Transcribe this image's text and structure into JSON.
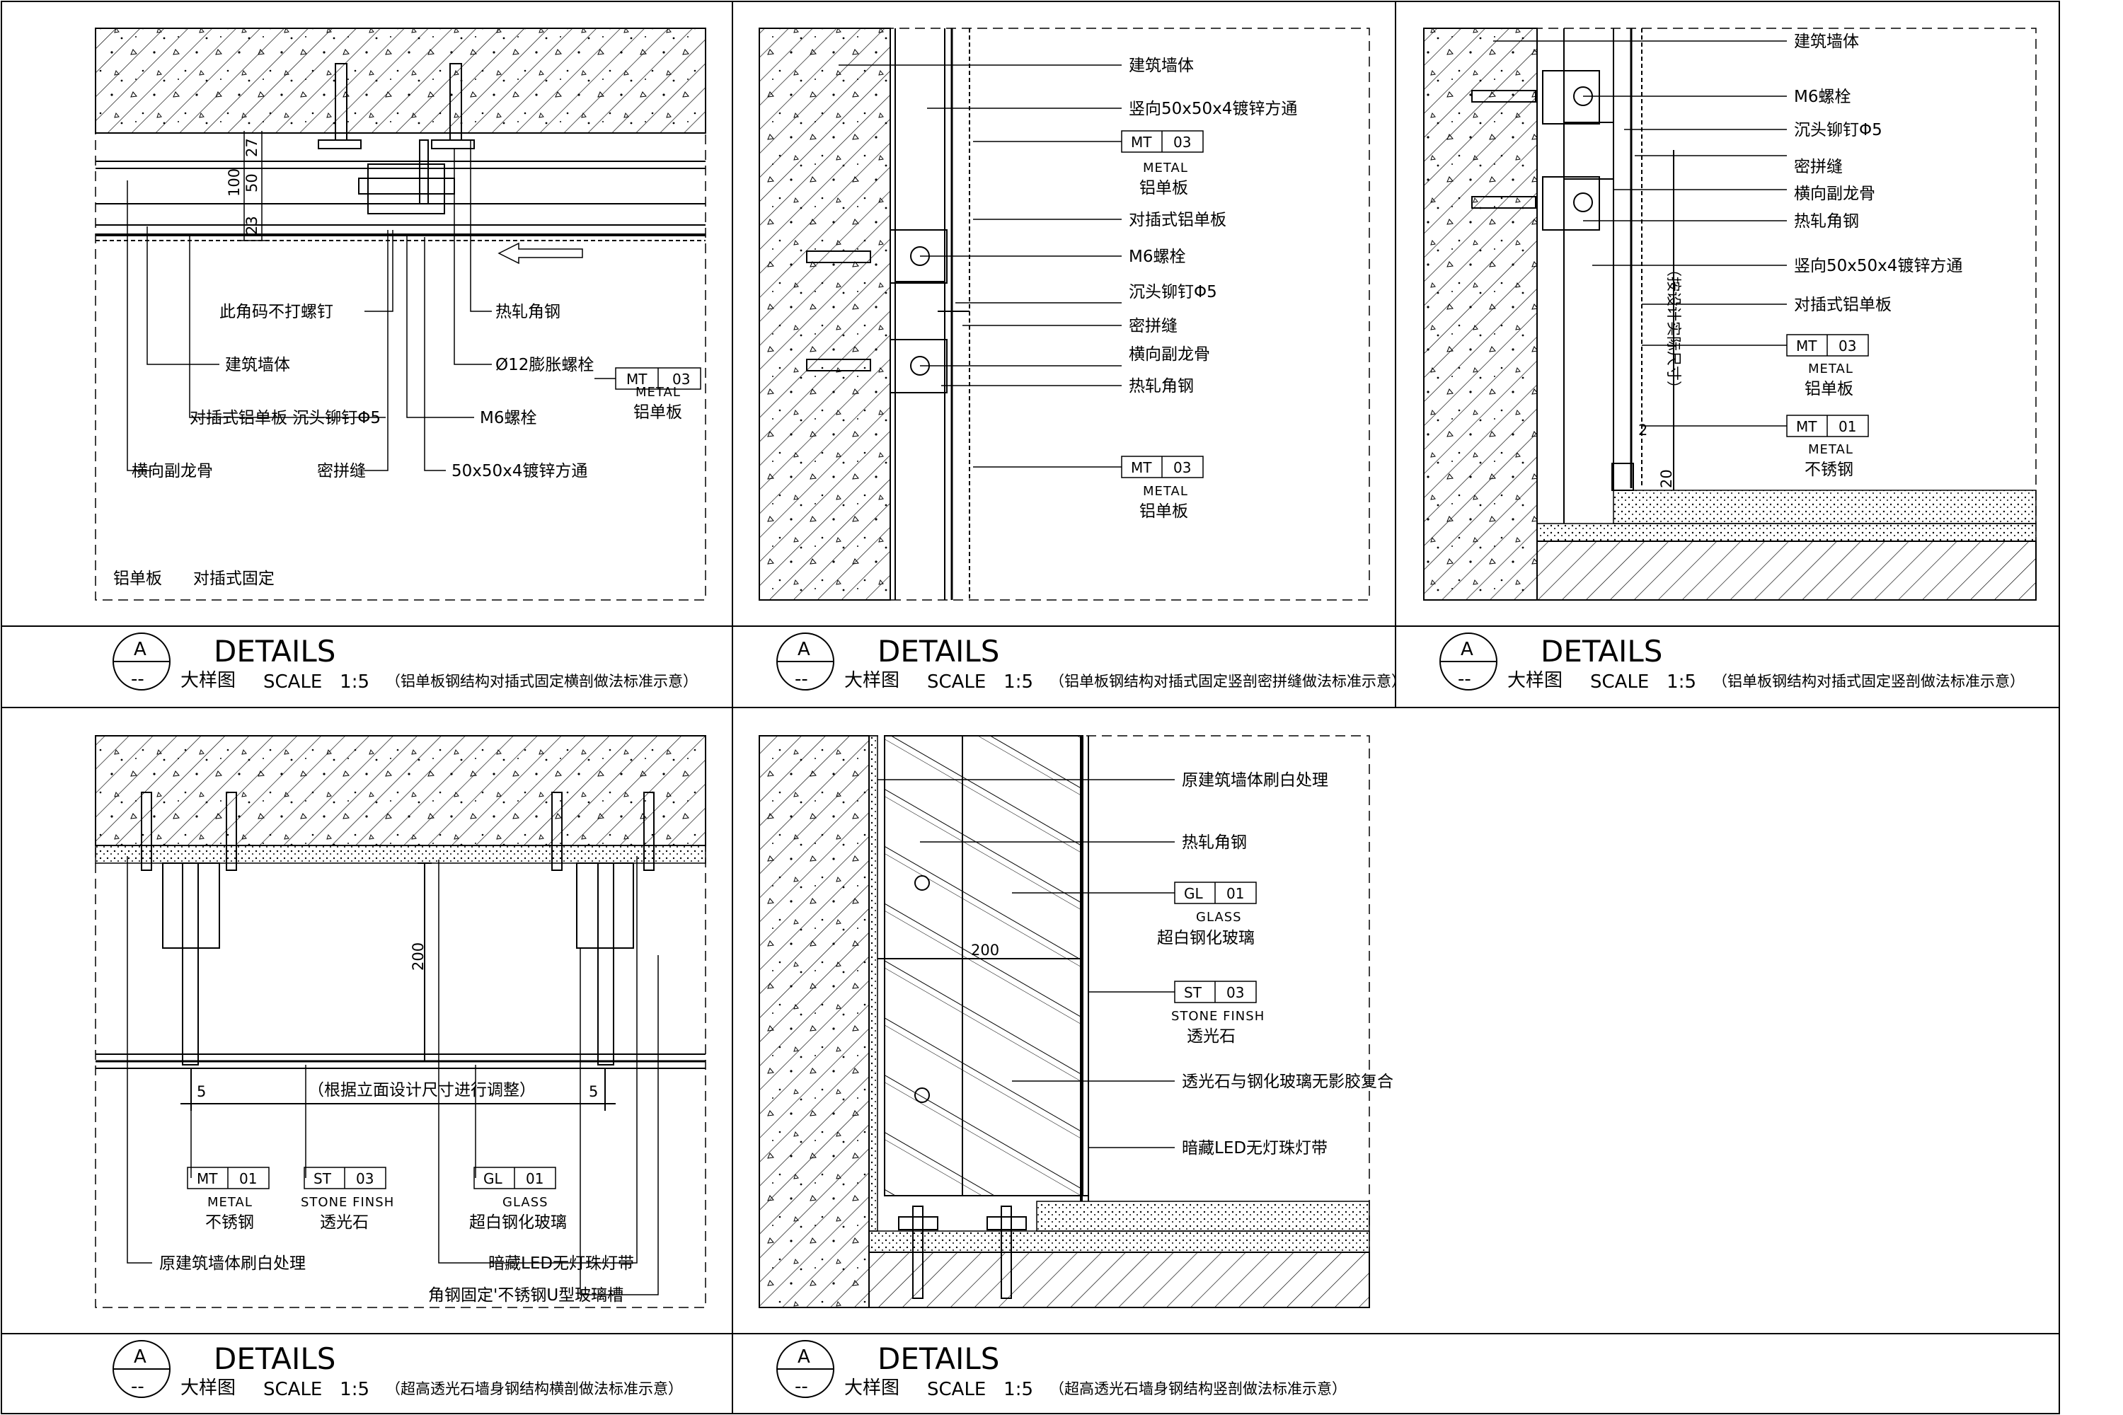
{
  "panels": [
    {
      "callouts": [
        "此角码不打螺钉",
        "建筑墙体",
        "对插式铝单板 沉头铆钉Φ5",
        "横向副龙骨",
        "密拼缝",
        "热轧角钢",
        "Ø12膨胀螺栓",
        "M6螺栓",
        "50x50x4镀锌方通"
      ],
      "tag": {
        "code": "MT",
        "num": "03",
        "sub": "METAL",
        "name": "铝单板"
      },
      "note": "铝单板      对插式固定",
      "dims": [
        "27",
        "50",
        "23",
        "100"
      ],
      "title": {
        "letter": "A",
        "dash": "--",
        "word": "DETAILS",
        "cn": "大样图",
        "scale": "SCALE   1:5",
        "desc": "（铝单板钢结构对插式固定横剖做法标准示意）"
      }
    },
    {
      "callouts": [
        "建筑墙体",
        "竖向50x50x4镀锌方通",
        "对插式铝单板",
        "M6螺栓",
        "沉头铆钉Φ5",
        "密拼缝",
        "横向副龙骨",
        "热轧角钢"
      ],
      "tag1": {
        "code": "MT",
        "num": "03",
        "sub": "METAL",
        "name": "铝单板"
      },
      "tag2": {
        "code": "MT",
        "num": "03",
        "sub": "METAL",
        "name": "铝单板"
      },
      "title": {
        "letter": "A",
        "dash": "--",
        "word": "DETAILS",
        "cn": "大样图",
        "scale": "SCALE   1:5",
        "desc": "（铝单板钢结构对插式固定竖剖密拼缝做法标准示意）"
      }
    },
    {
      "callouts": [
        "建筑墙体",
        "M6螺栓",
        "沉头铆钉Φ5",
        "密拼缝",
        "横向副龙骨",
        "热轧角钢",
        "竖向50x50x4镀锌方通",
        "对插式铝单板"
      ],
      "tag1": {
        "code": "MT",
        "num": "03",
        "sub": "METAL",
        "name": "铝单板"
      },
      "tag2": {
        "code": "MT",
        "num": "01",
        "sub": "METAL",
        "name": "不锈钢"
      },
      "vertical": "（按设计实际尺寸）",
      "dims": [
        "2",
        "20"
      ],
      "title": {
        "letter": "A",
        "dash": "--",
        "word": "DETAILS",
        "cn": "大样图",
        "scale": "SCALE   1:5",
        "desc": "（铝单板钢结构对插式固定竖剖做法标准示意）"
      }
    },
    {
      "dims": [
        "200",
        "5",
        "5"
      ],
      "adjust": "（根据立面设计尺寸进行调整）",
      "tags": [
        {
          "code": "MT",
          "num": "01",
          "sub": "METAL",
          "name": "不锈钢"
        },
        {
          "code": "ST",
          "num": "03",
          "sub": "STONE FINSH",
          "name": "透光石"
        },
        {
          "code": "GL",
          "num": "01",
          "sub": "GLASS",
          "name": "超白钢化玻璃"
        }
      ],
      "callouts": [
        "原建筑墙体刷白处理",
        "暗藏LED无灯珠灯带",
        "角钢固定'不锈钢U型玻璃槽"
      ],
      "title": {
        "letter": "A",
        "dash": "--",
        "word": "DETAILS",
        "cn": "大样图",
        "scale": "SCALE   1:5",
        "desc": "（超高透光石墙身钢结构横剖做法标准示意）"
      }
    },
    {
      "callouts": [
        "原建筑墙体刷白处理",
        "热轧角钢",
        "透光石与钢化玻璃无影胶复合",
        "暗藏LED无灯珠灯带"
      ],
      "tag1": {
        "code": "GL",
        "num": "01",
        "sub": "GLASS",
        "name": "超白钢化玻璃"
      },
      "tag2": {
        "code": "ST",
        "num": "03",
        "sub": "STONE FINSH",
        "name": "透光石"
      },
      "dims": [
        "200"
      ],
      "title": {
        "letter": "A",
        "dash": "--",
        "word": "DETAILS",
        "cn": "大样图",
        "scale": "SCALE   1:5",
        "desc": "（超高透光石墙身钢结构竖剖做法标准示意）"
      }
    }
  ]
}
